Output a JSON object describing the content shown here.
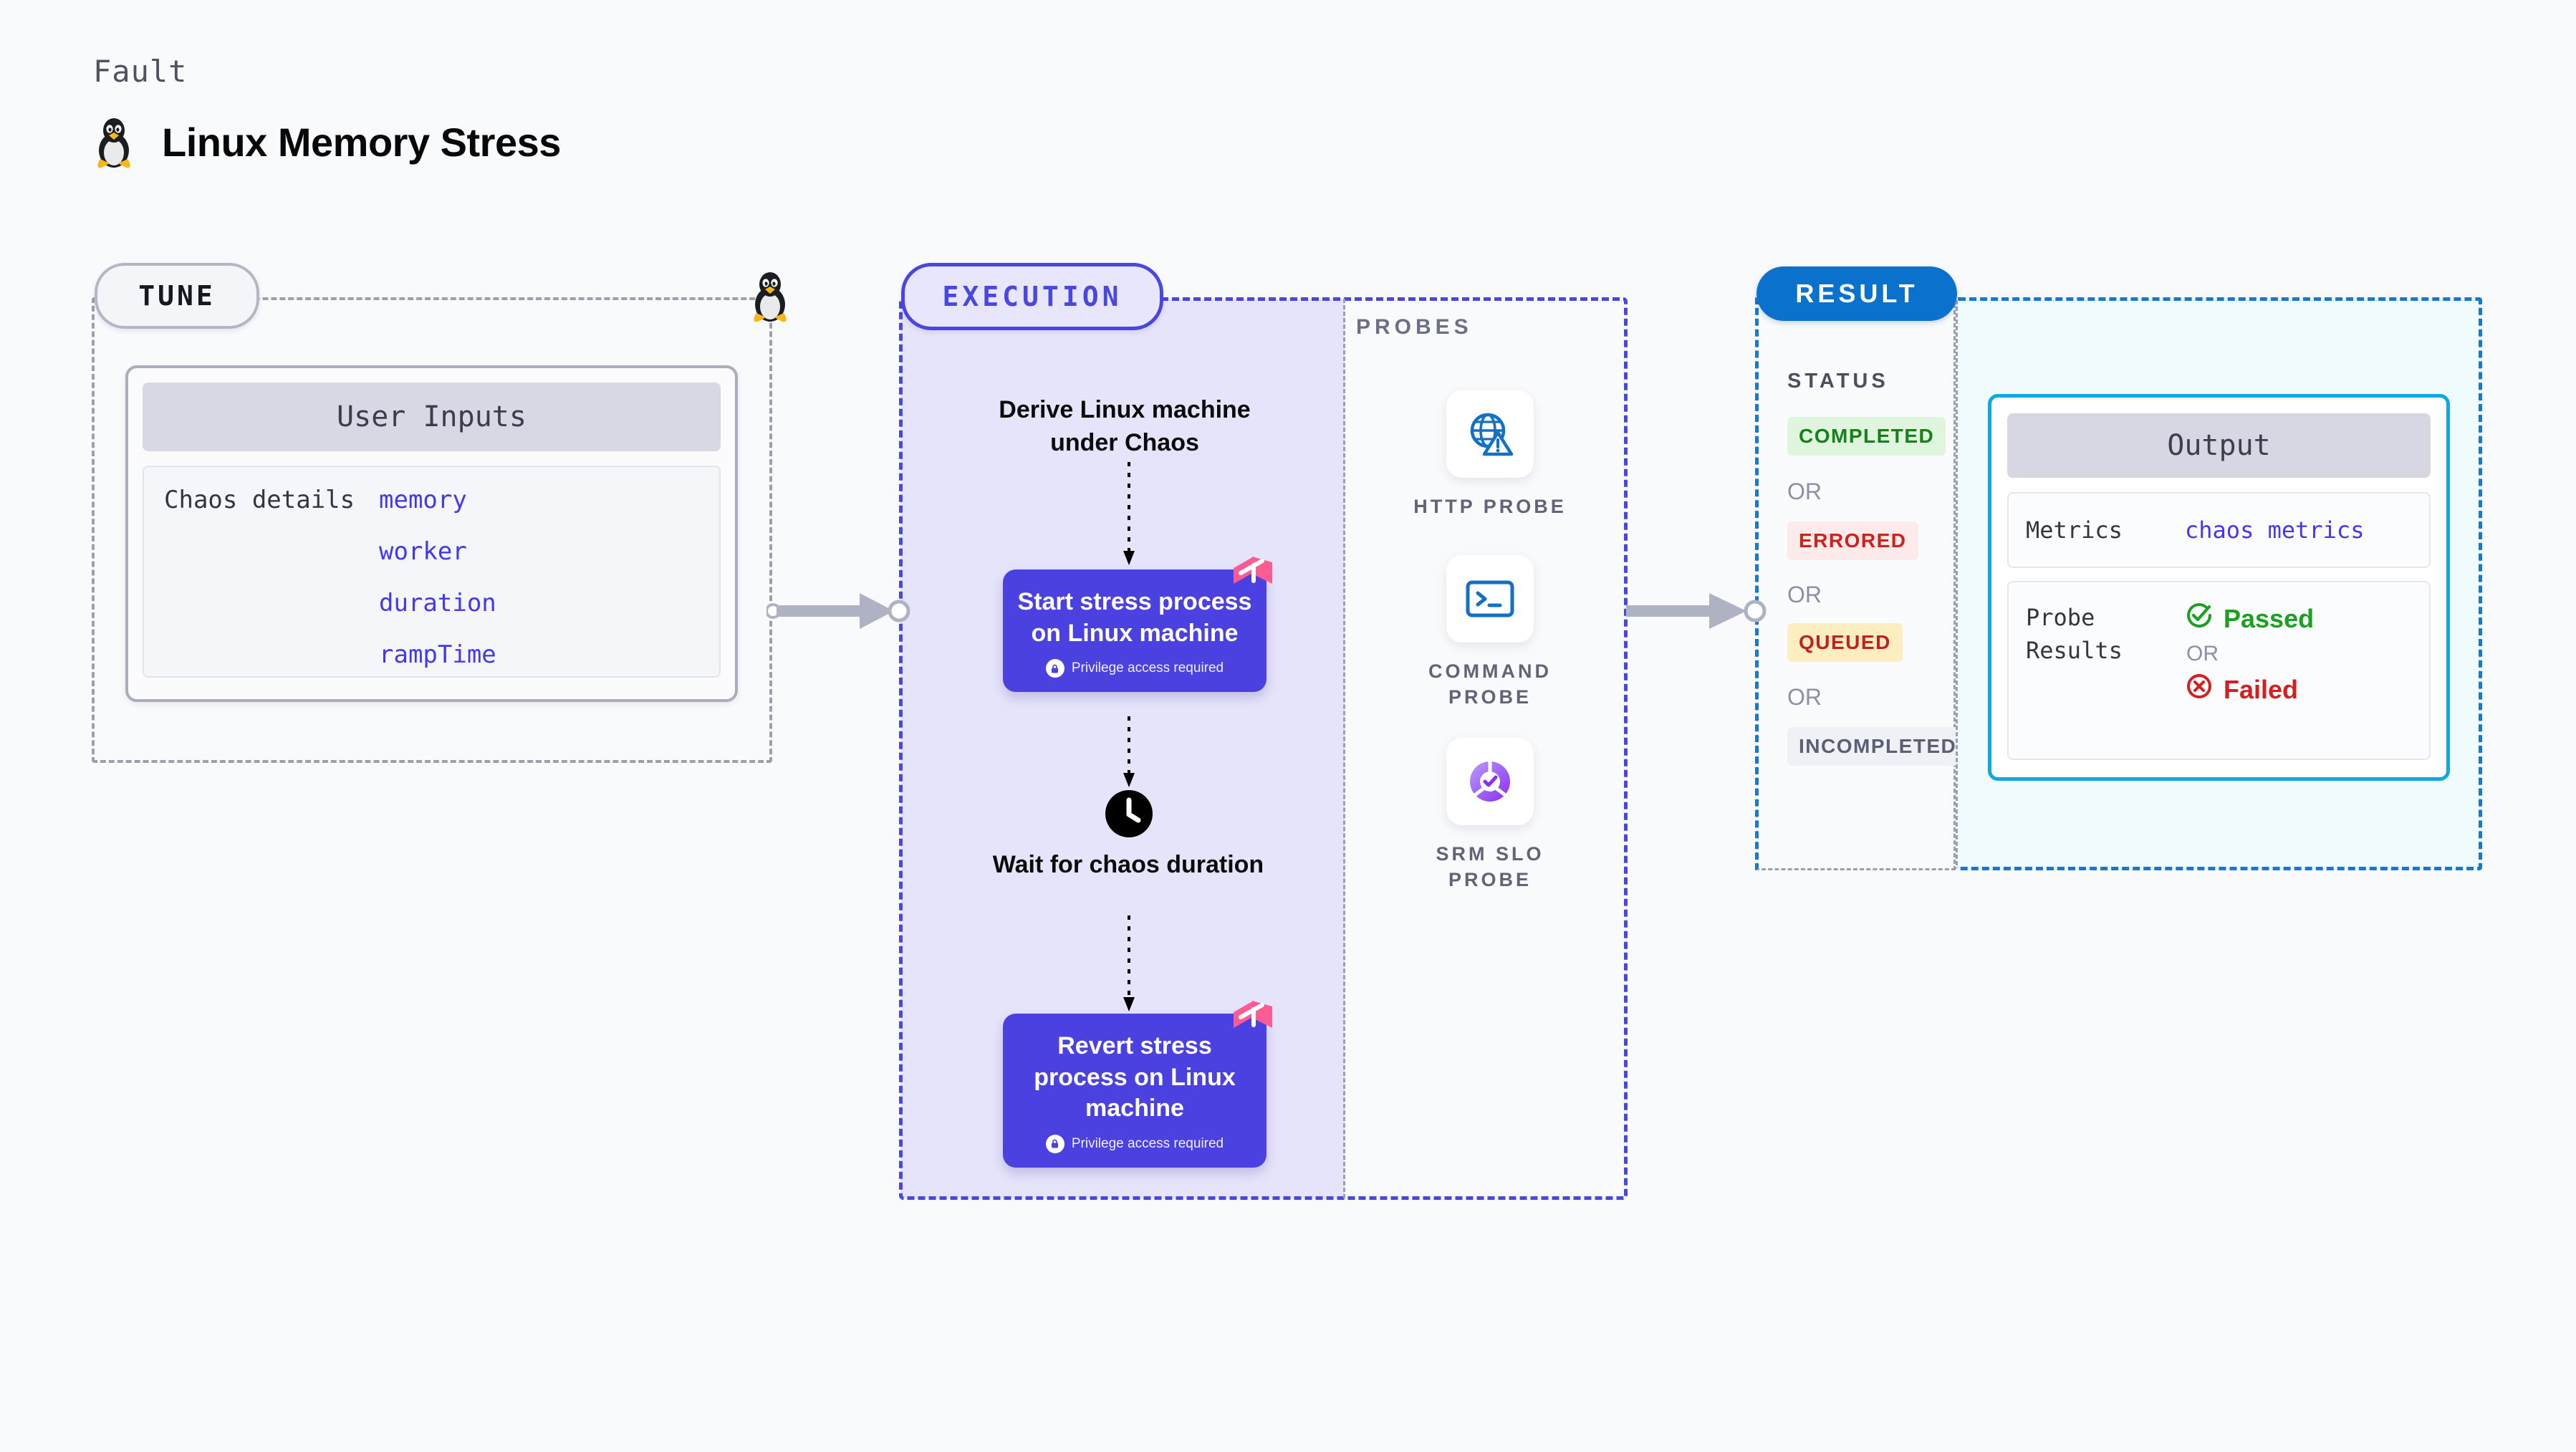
{
  "header": {
    "kicker": "Fault",
    "title": "Linux Memory Stress",
    "logo_icon": "tux-penguin-icon"
  },
  "tune": {
    "badge": "TUNE",
    "side_icon": "tux-penguin-icon",
    "card": {
      "header": "User Inputs",
      "row_label": "Chaos details",
      "params": [
        "memory",
        "worker",
        "duration",
        "rampTime"
      ]
    }
  },
  "execution": {
    "badge": "EXECUTION",
    "derive_step": "Derive Linux machine under Chaos",
    "start_step": {
      "title": "Start stress process on Linux machine",
      "privilege": "Privilege access required",
      "lock_icon": "lock-icon",
      "brand_icon": "harness-logo-icon"
    },
    "wait_step": {
      "icon": "clock-icon",
      "label": "Wait for chaos duration"
    },
    "revert_step": {
      "title": "Revert stress process on Linux machine",
      "privilege": "Privilege access required",
      "lock_icon": "lock-icon",
      "brand_icon": "harness-logo-icon"
    }
  },
  "probes": {
    "label": "PROBES",
    "items": [
      {
        "label": "HTTP PROBE",
        "icon": "globe-warning-icon"
      },
      {
        "label": "COMMAND PROBE",
        "icon": "terminal-icon"
      },
      {
        "label": "SRM SLO PROBE",
        "icon": "slo-donut-check-icon"
      }
    ]
  },
  "result": {
    "badge": "RESULT",
    "status_label": "STATUS",
    "or_label": "OR",
    "statuses": [
      {
        "label": "COMPLETED",
        "bg": "#dff5de",
        "fg": "#16801a"
      },
      {
        "label": "ERRORED",
        "bg": "#fdeaea",
        "fg": "#cf2020"
      },
      {
        "label": "QUEUED",
        "bg": "#fdeec2",
        "fg": "#c42020"
      },
      {
        "label": "INCOMPLETED",
        "bg": "#f0f1f6",
        "fg": "#5a5f73"
      }
    ],
    "output": {
      "header": "Output",
      "metrics_label": "Metrics",
      "metrics_value": "chaos metrics",
      "probe_results_label": "Probe Results",
      "passed": "Passed",
      "failed": "Failed",
      "or_label": "OR",
      "passed_icon": "check-circle-icon",
      "failed_icon": "x-circle-icon"
    }
  },
  "colors": {
    "canvas": "#f9fafc",
    "indigo": "#4a46e0",
    "execution_fill": "#e5e4fb",
    "result_blue": "#0a72cd",
    "output_cyan": "#0fa8e0",
    "pink": "#fb5c94",
    "gray_dash": "#9aa0b0"
  }
}
